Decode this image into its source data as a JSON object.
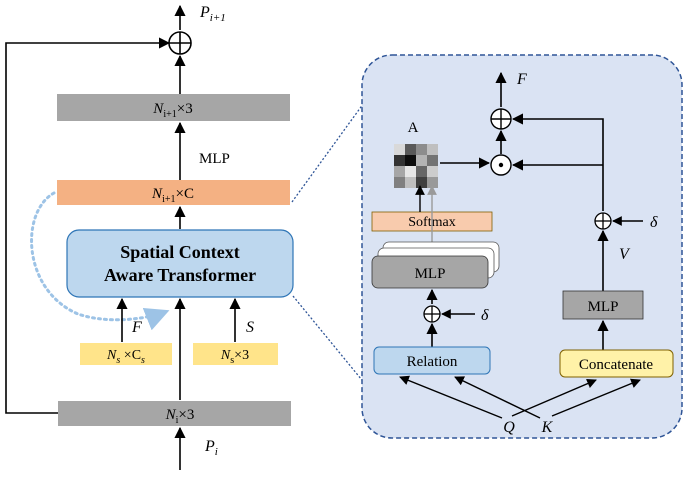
{
  "left": {
    "output_var": "P",
    "output_sub": "i+1",
    "top_bar": {
      "main": "N",
      "sub": "i+1",
      "tail": "×3"
    },
    "mlp_label": "MLP",
    "feature_bar": {
      "main": "N",
      "sub": "i+1",
      "tail": "×C"
    },
    "transformer": {
      "line1": "Spatial Context",
      "line2": "Aware Transformer"
    },
    "f_label": "F",
    "s_label": "S",
    "f_box": {
      "main": "N",
      "sub": "s",
      "mid": " ×C",
      "sub2": "s"
    },
    "s_box": {
      "main": "N",
      "sub": "s",
      "tail": "×3"
    },
    "bottom_bar": {
      "main": "N",
      "sub": "i",
      "tail": "×3"
    },
    "input_var": "P",
    "input_sub": "i"
  },
  "right": {
    "out_label": "F",
    "attn_label": "A",
    "softmax": "Softmax",
    "mlp_stack": "MLP",
    "delta1": "δ",
    "relation": "Relation",
    "mlp_right": "MLP",
    "v_label": "V",
    "delta2": "δ",
    "concatenate": "Concatenate",
    "q_label": "Q",
    "k_label": "K"
  },
  "colors": {
    "gray_bar": "#a6a6a6",
    "orange_bar": "#f4b183",
    "transformer_fill": "#bdd7ee",
    "transformer_stroke": "#2e75b6",
    "yellow_box": "#ffe48a",
    "panel_fill": "#dae3f3",
    "panel_stroke": "#2f5597",
    "relation_fill": "#bdd7ee",
    "concat_fill": "#fff2a8",
    "softmax_fill": "#f8cbad",
    "mlp_dark": "#a6a6a6",
    "dotted_arrow": "#9dc3e6"
  },
  "heatmap": [
    [
      0.85,
      0.35,
      0.55,
      0.75
    ],
    [
      0.2,
      0.05,
      0.7,
      0.45
    ],
    [
      0.65,
      0.9,
      0.4,
      0.8
    ],
    [
      0.5,
      0.75,
      0.25,
      0.6
    ]
  ]
}
